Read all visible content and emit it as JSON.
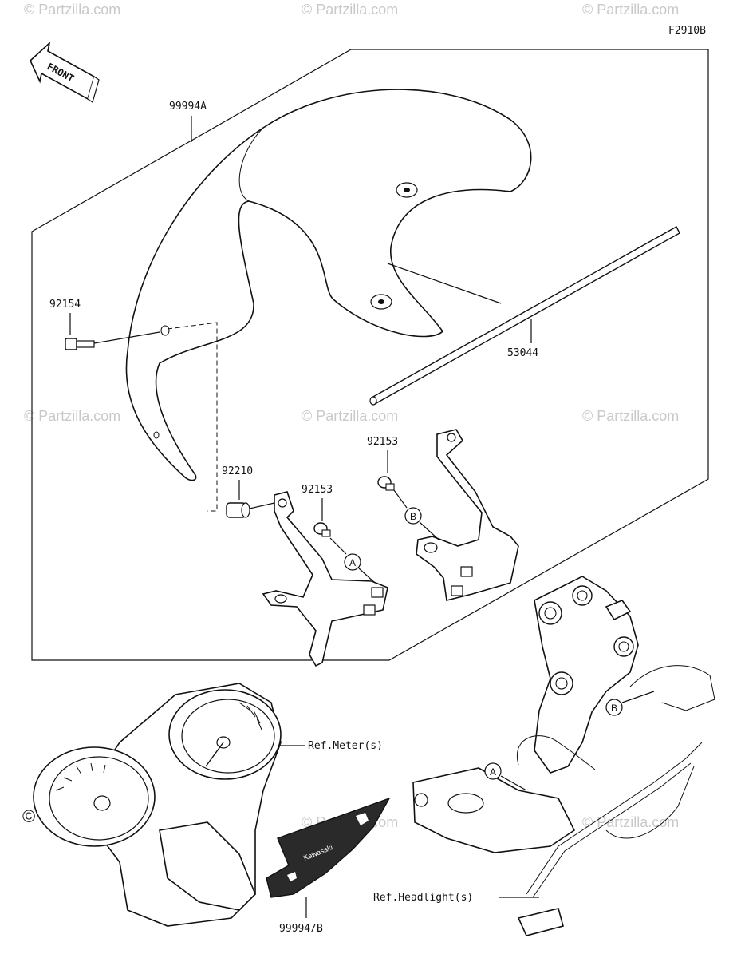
{
  "figure_code": "F2910B",
  "front_label": "FRONT",
  "watermark": "© Partzilla.com",
  "watermark_dark": "© Partzilla.com",
  "parts": {
    "windshield": "99994A",
    "bolt": "92154",
    "rod": "53044",
    "collar": "92210",
    "screw_left": "92153",
    "screw_right": "92153",
    "panel": "99994/B"
  },
  "refs": {
    "meter": "Ref.Meter(s)",
    "headlight": "Ref.Headlight(s)"
  },
  "callouts": {
    "a": "A",
    "b": "B"
  },
  "panel_text": "Kawasaki"
}
